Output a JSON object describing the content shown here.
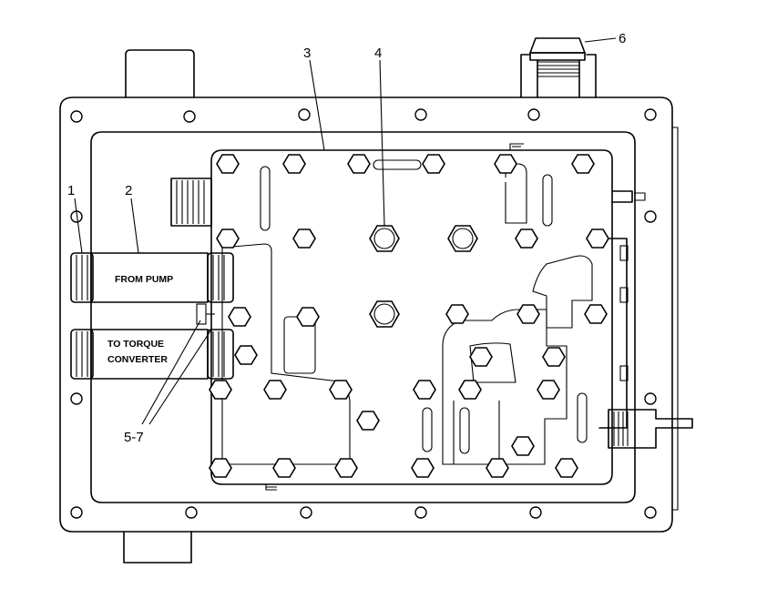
{
  "callouts": {
    "c1": "1",
    "c2": "2",
    "c3": "3",
    "c4": "4",
    "c57": "5-7",
    "c6": "6"
  },
  "labels": {
    "from_pump": "FROM PUMP",
    "to_torque_line1": "TO TORQUE",
    "to_torque_line2": "CONVERTER"
  }
}
